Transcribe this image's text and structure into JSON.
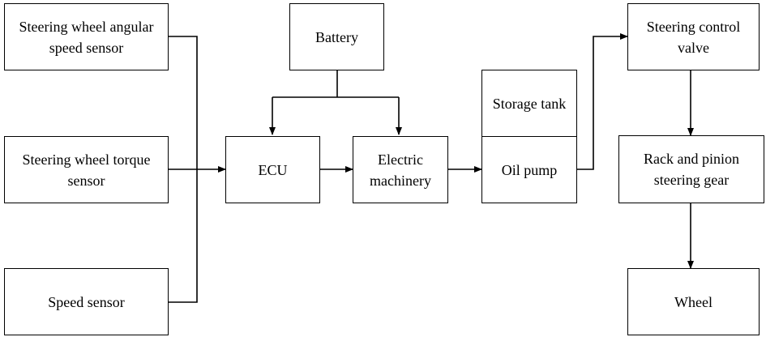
{
  "diagram": {
    "nodes": {
      "angular_sensor": {
        "label": "Steering wheel angular\nspeed sensor"
      },
      "torque_sensor": {
        "label": "Steering wheel torque\nsensor"
      },
      "speed_sensor": {
        "label": "Speed sensor"
      },
      "battery": {
        "label": "Battery"
      },
      "ecu": {
        "label": "ECU"
      },
      "electric_machinery": {
        "label": "Electric\nmachinery"
      },
      "storage_tank": {
        "label": "Storage tank"
      },
      "oil_pump": {
        "label": "Oil pump"
      },
      "steering_control_valve": {
        "label": "Steering control\nvalve"
      },
      "rack_pinion": {
        "label": "Rack and pinion\nsteering gear"
      },
      "wheel": {
        "label": "Wheel"
      }
    },
    "edges": [
      {
        "from": "angular_sensor",
        "to": "ecu"
      },
      {
        "from": "torque_sensor",
        "to": "ecu"
      },
      {
        "from": "speed_sensor",
        "to": "ecu"
      },
      {
        "from": "battery",
        "to": "ecu"
      },
      {
        "from": "battery",
        "to": "electric_machinery"
      },
      {
        "from": "ecu",
        "to": "electric_machinery"
      },
      {
        "from": "electric_machinery",
        "to": "oil_pump"
      },
      {
        "from": "oil_pump",
        "to": "steering_control_valve"
      },
      {
        "from": "steering_control_valve",
        "to": "rack_pinion"
      },
      {
        "from": "rack_pinion",
        "to": "wheel"
      }
    ],
    "colors": {
      "stroke": "#000000",
      "background": "#ffffff"
    }
  }
}
